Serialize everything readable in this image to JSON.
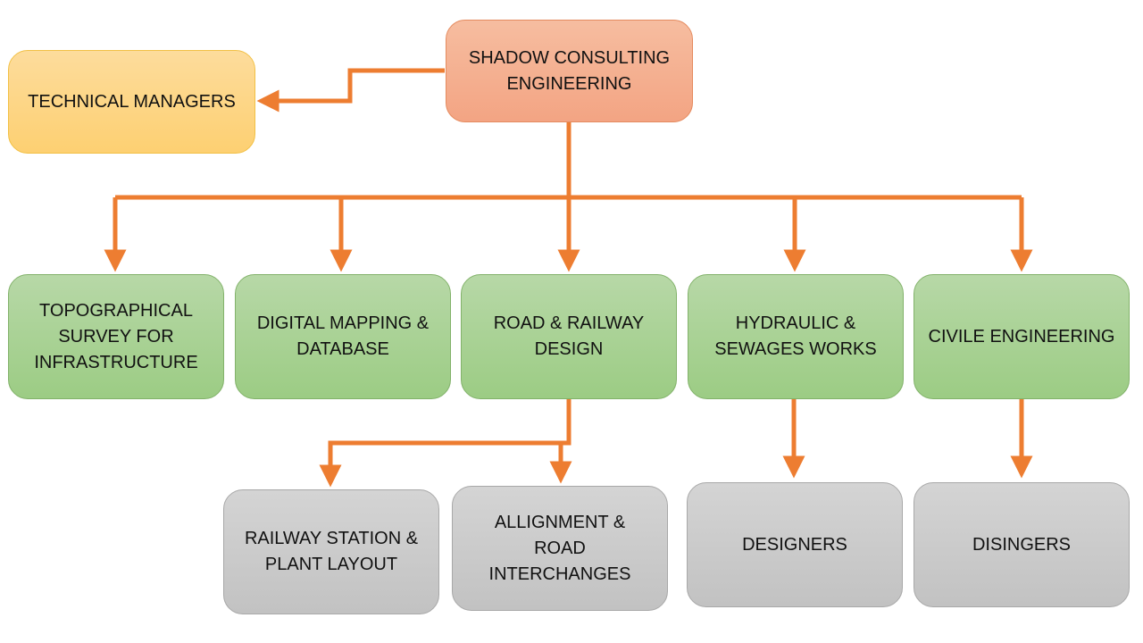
{
  "diagram": {
    "connector_color": "#ed7d31",
    "root": {
      "id": "root",
      "label": "SHADOW CONSULTING\nENGINEERING"
    },
    "side": {
      "id": "mgr",
      "label": "TECHNICAL MANAGERS",
      "parent": "root"
    },
    "departments": [
      {
        "id": "d1",
        "label": "TOPOGRAPHICAL\nSURVEY FOR\nINFRASTRUCTURE",
        "parent": "root"
      },
      {
        "id": "d2",
        "label": "DIGITAL MAPPING &\nDATABASE",
        "parent": "root"
      },
      {
        "id": "d3",
        "label": "ROAD & RAILWAY\nDESIGN",
        "parent": "root"
      },
      {
        "id": "d4",
        "label": "HYDRAULIC &\nSEWAGES WORKS",
        "parent": "root"
      },
      {
        "id": "d5",
        "label": "CIVILE ENGINEERING",
        "parent": "root"
      }
    ],
    "sub_units": [
      {
        "id": "s1",
        "label": "RAILWAY STATION &\nPLANT LAYOUT",
        "parent": "d3"
      },
      {
        "id": "s2",
        "label": "ALLIGNMENT &\nROAD\nINTERCHANGES",
        "parent": "d3"
      },
      {
        "id": "s3",
        "label": "DESIGNERS",
        "parent": "d4"
      },
      {
        "id": "s4",
        "label": "DISINGERS",
        "parent": "d5"
      }
    ]
  }
}
